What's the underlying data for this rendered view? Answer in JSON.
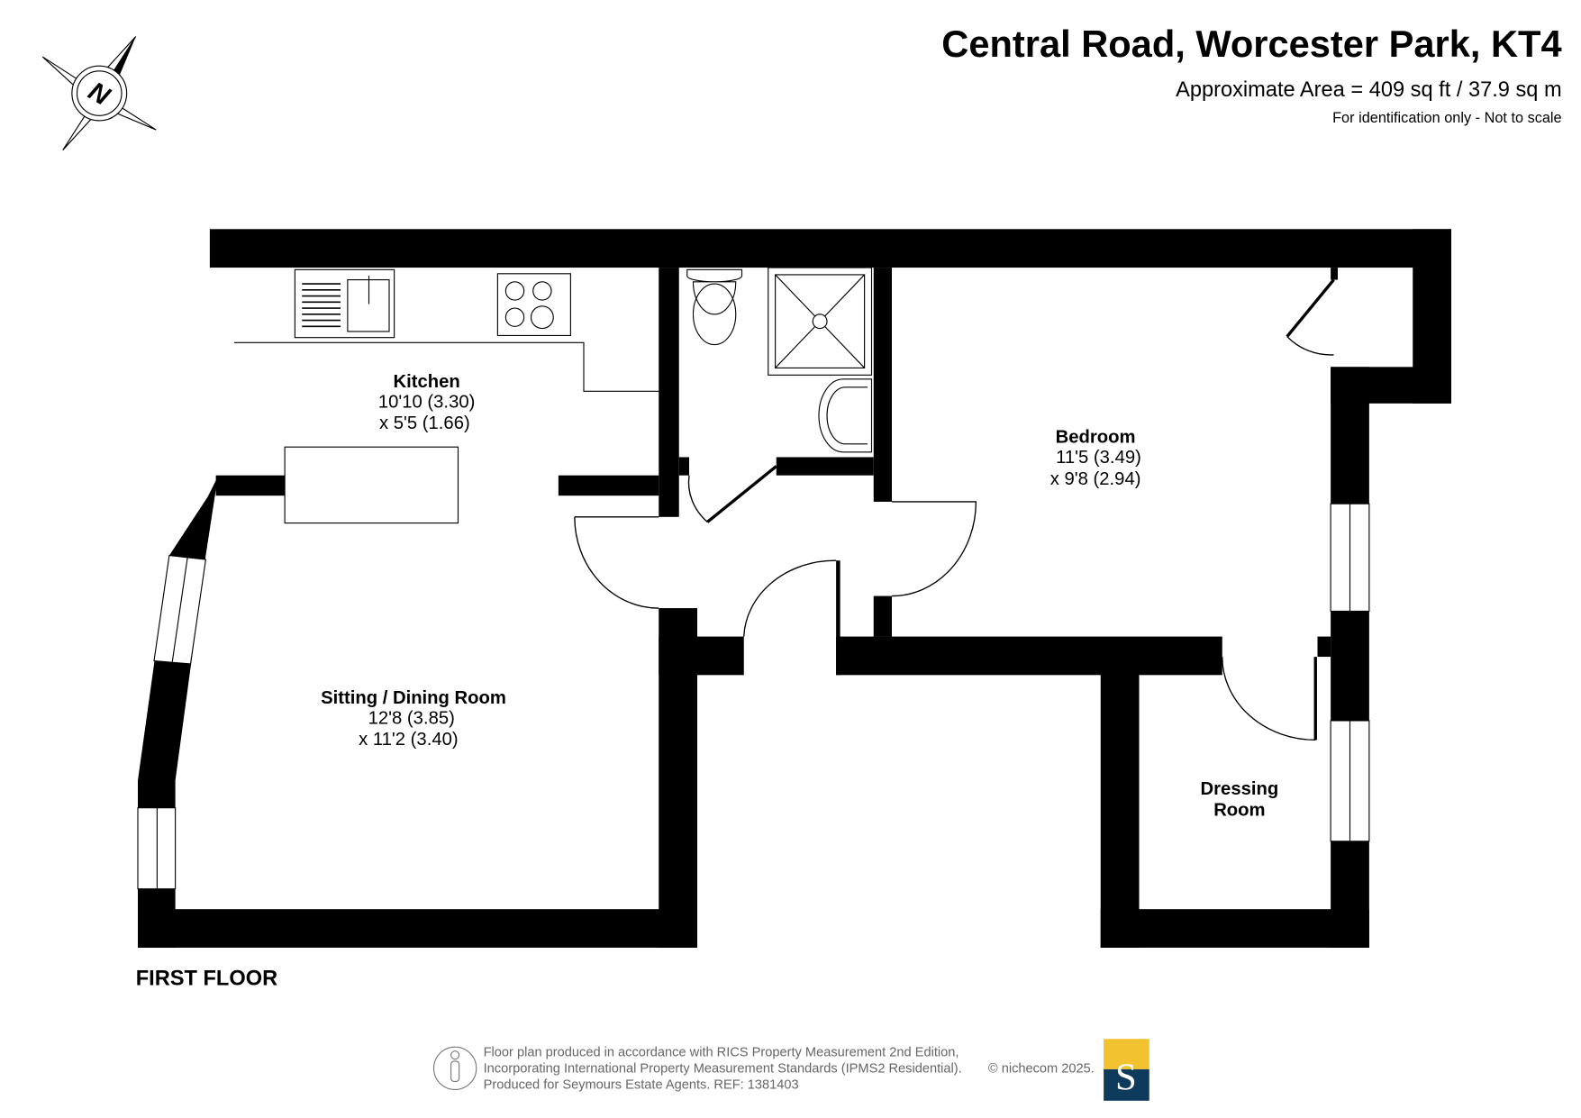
{
  "header": {
    "title": "Central Road, Worcester Park, KT4",
    "area": "Approximate Area = 409 sq ft / 37.9 sq m",
    "disclaimer": "For identification only - Not to scale"
  },
  "compass": {
    "label": "N",
    "icon": "north-compass-icon"
  },
  "rooms": {
    "kitchen": {
      "name": "Kitchen",
      "dim1": "10'10 (3.30)",
      "dim2": "x 5'5 (1.66)"
    },
    "sitting": {
      "name": "Sitting / Dining Room",
      "dim1": "12'8 (3.85)",
      "dim2": "x 11'2 (3.40)"
    },
    "bedroom": {
      "name": "Bedroom",
      "dim1": "11'5 (3.49)",
      "dim2": "x 9'8 (2.94)"
    },
    "dressing": {
      "name1": "Dressing",
      "name2": "Room"
    }
  },
  "floor_label": "FIRST FLOOR",
  "footer": {
    "line1": "Floor plan produced in accordance with RICS Property Measurement 2nd Edition,",
    "line2": "Incorporating International Property Measurement Standards (IPMS2 Residential).",
    "line3": "Produced for Seymours Estate Agents.   REF: 1381403",
    "copyright": "© nichecom 2025.",
    "logo_letter": "S",
    "logo_colors": {
      "top": "#F2C230",
      "bottom": "#0E3A5C"
    }
  }
}
